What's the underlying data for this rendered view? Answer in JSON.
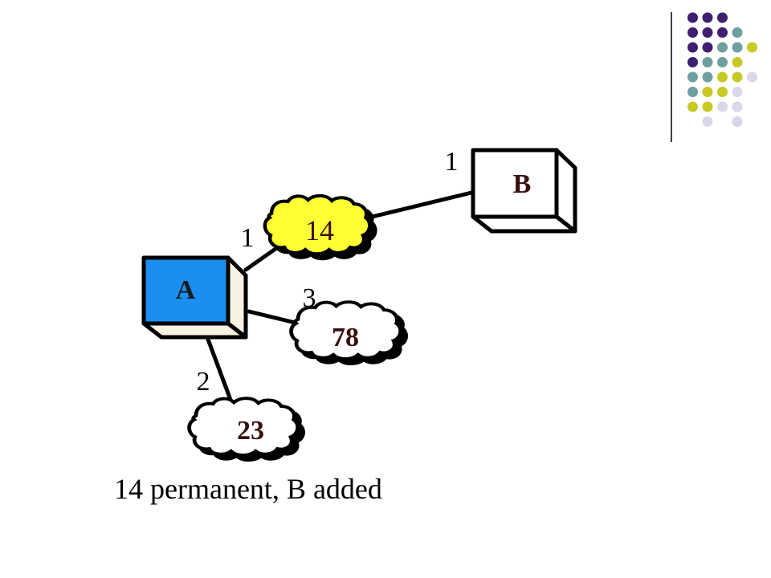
{
  "colors": {
    "node_a_face": "#1a8ff0",
    "node_a_side": "#f7f2e1",
    "node_b_face": "#ffffff",
    "cloud_highlight": "#ffff33",
    "cloud_plain": "#ffffff",
    "cloud_text": "#3a0f0f",
    "deco_purple": "#3f1f6f",
    "deco_teal": "#6f9f9f",
    "deco_olive": "#c8c826",
    "deco_lavender": "#d8d8ea"
  },
  "nodes": {
    "a": {
      "label": "A"
    },
    "b": {
      "label": "B"
    }
  },
  "clouds": [
    {
      "id": "c14",
      "label": "14",
      "highlighted": true
    },
    {
      "id": "c78",
      "label": "78",
      "highlighted": false
    },
    {
      "id": "c23",
      "label": "23",
      "highlighted": false
    }
  ],
  "edges": [
    {
      "id": "b-14",
      "weight": "1"
    },
    {
      "id": "a-14",
      "weight": "1"
    },
    {
      "id": "a-78",
      "weight": "3"
    },
    {
      "id": "a-23",
      "weight": "2"
    }
  ],
  "caption": "14 permanent, B added"
}
